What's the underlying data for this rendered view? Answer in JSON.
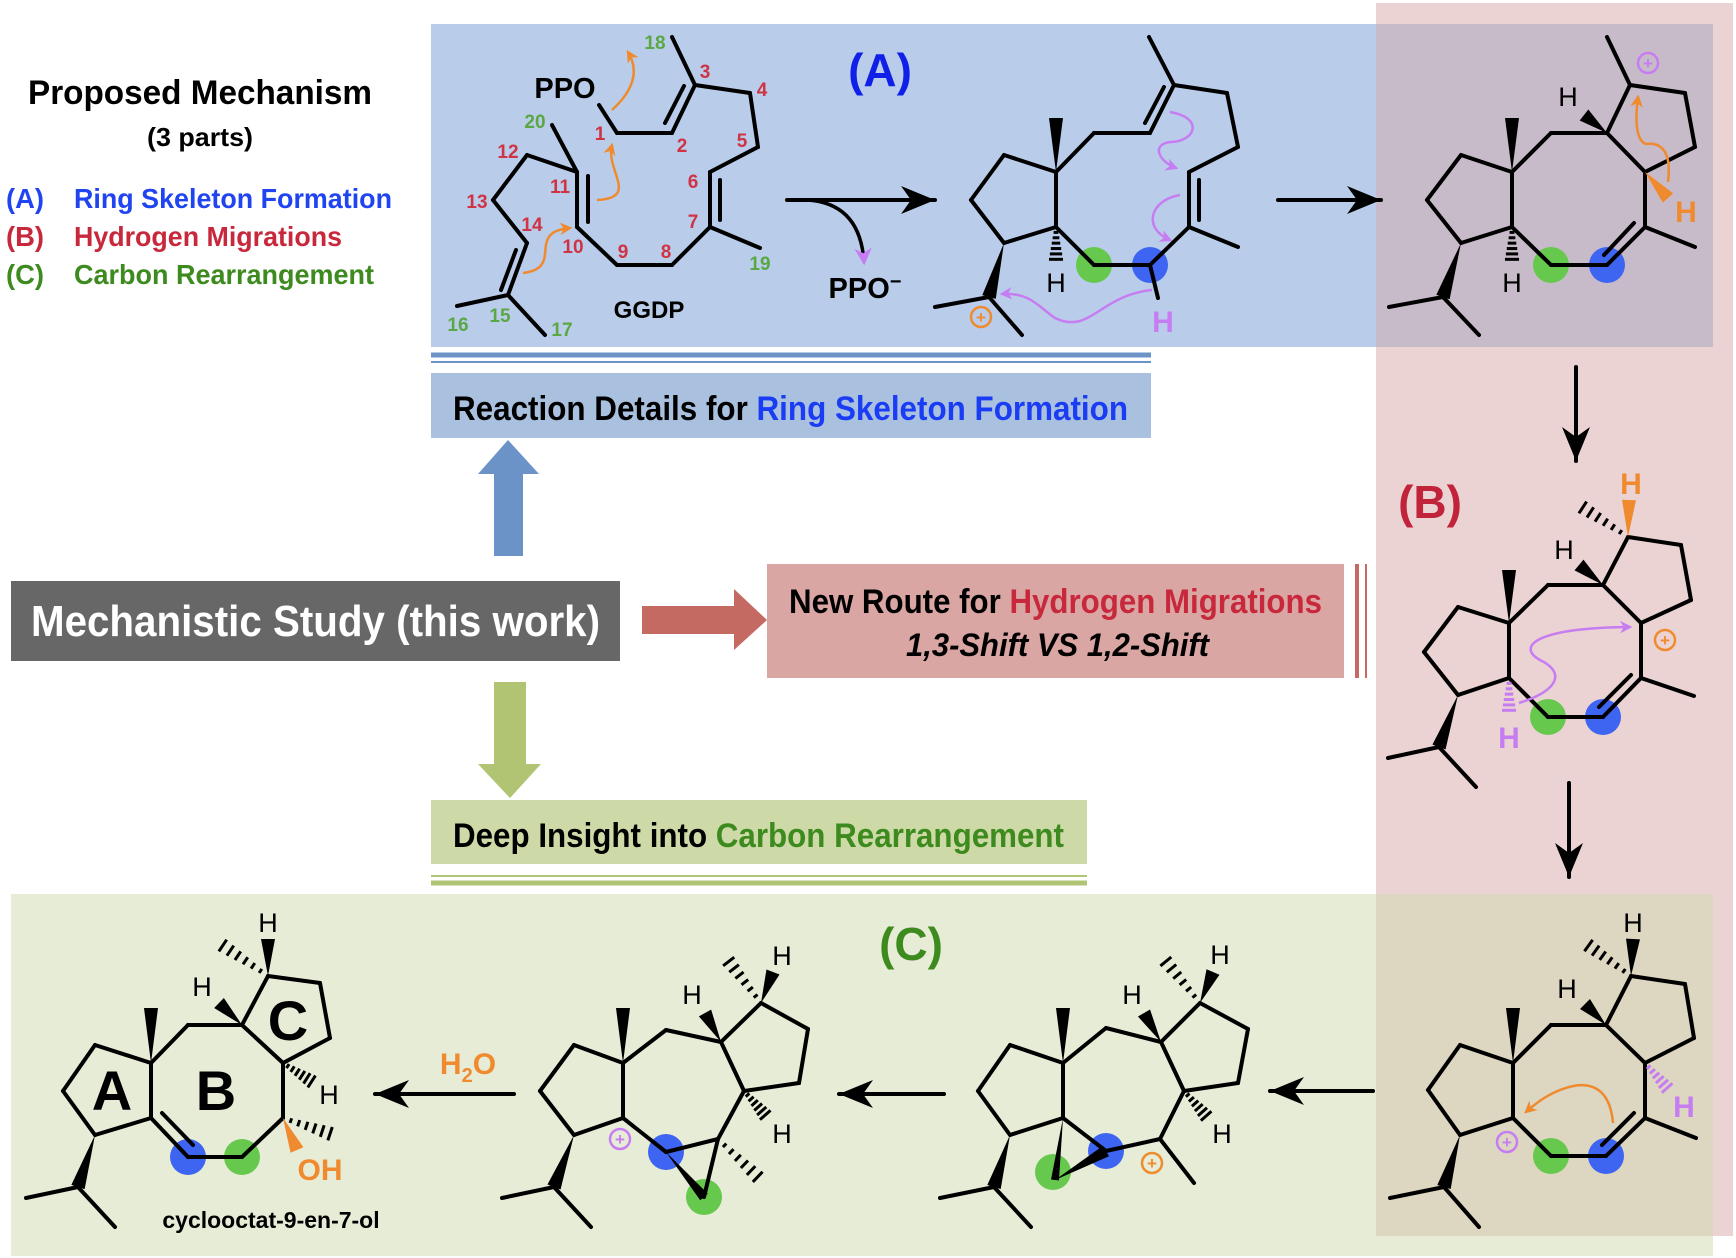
{
  "title": "Proposed Mechanism",
  "subtitle": "(3 parts)",
  "legend": [
    {
      "key": "(A)",
      "label": "Ring Skeleton Formation",
      "color": "#1f44f0"
    },
    {
      "key": "(B)",
      "label": "Hydrogen Migrations",
      "color": "#c8283c"
    },
    {
      "key": "(C)",
      "label": "Carbon Rearrangement",
      "color": "#3d8a1f"
    }
  ],
  "center": {
    "label": "Mechanistic Study (this work)"
  },
  "boxes": {
    "reaction_details": {
      "prefix": "Reaction Details for ",
      "highlight": "Ring Skeleton Formation"
    },
    "new_route": {
      "prefix": "New Route for ",
      "highlight": "Hydrogen Migrations",
      "line2": "1,3-Shift VS 1,2-Shift"
    },
    "deep_insight": {
      "prefix": "Deep Insight into ",
      "highlight": "Carbon Rearrangement"
    }
  },
  "panels": {
    "A": "(A)",
    "B": "(B)",
    "C": "(C)"
  },
  "ggdp": {
    "name": "GGDP",
    "leaving_group": "PPO",
    "chain_numbers": [
      "1",
      "2",
      "3",
      "4",
      "5",
      "6",
      "7",
      "8",
      "9",
      "10",
      "11",
      "12",
      "13",
      "14"
    ],
    "methyl_numbers": [
      "15",
      "16",
      "17",
      "18",
      "19",
      "20"
    ]
  },
  "reagents": {
    "ppo_anion": {
      "text": "PPO",
      "charge": "−"
    },
    "water": {
      "h": "H",
      "sub": "2",
      "o": "O"
    }
  },
  "atoms": {
    "H": "H",
    "OH": "OH",
    "plus": "+"
  },
  "product": {
    "name": "cyclooctat-9-en-7-ol",
    "rings": [
      "A",
      "B",
      "C"
    ]
  },
  "colors": {
    "panel_a": "#b9cdea",
    "panel_b": "#ebd3d3",
    "panel_c": "#e7ecd7",
    "orange": "#f08a2e",
    "purple": "#c77df2",
    "carbon_dot_green": "#66c84d",
    "carbon_dot_blue": "#3e64f2",
    "number_red": "#cf3345",
    "number_green": "#5aa845"
  }
}
